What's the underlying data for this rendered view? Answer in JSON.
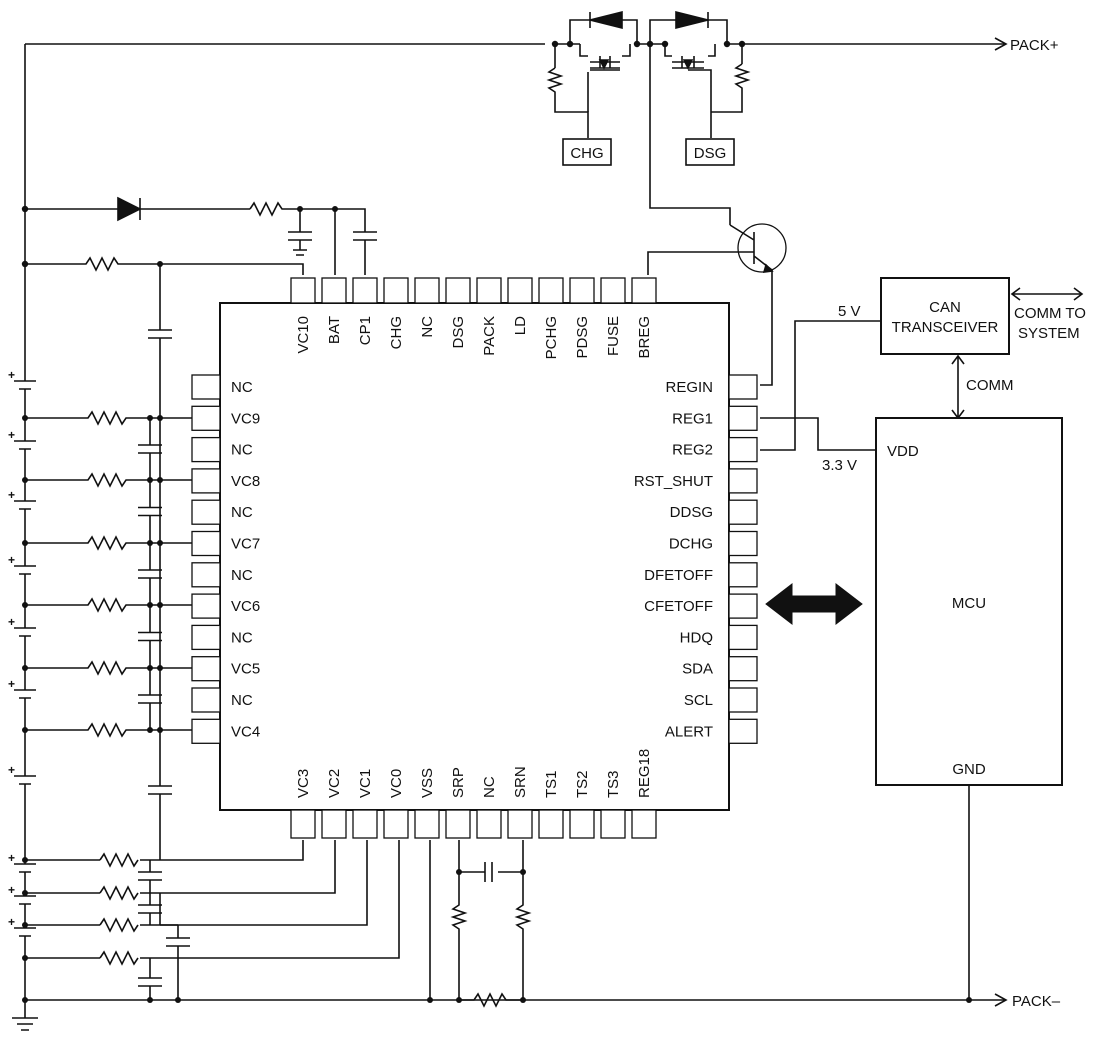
{
  "chip": {
    "top_pins": [
      "VC10",
      "BAT",
      "CP1",
      "CHG",
      "NC",
      "DSG",
      "PACK",
      "LD",
      "PCHG",
      "PDSG",
      "FUSE",
      "BREG"
    ],
    "left_pins": [
      "NC",
      "VC9",
      "NC",
      "VC8",
      "NC",
      "VC7",
      "NC",
      "VC6",
      "NC",
      "VC5",
      "NC",
      "VC4"
    ],
    "right_pins": [
      "REGIN",
      "REG1",
      "REG2",
      "RST_SHUT",
      "DDSG",
      "DCHG",
      "DFETOFF",
      "CFETOFF",
      "HDQ",
      "SDA",
      "SCL",
      "ALERT"
    ],
    "bottom_pins": [
      "VC3",
      "VC2",
      "VC1",
      "VC0",
      "VSS",
      "SRP",
      "NC",
      "SRN",
      "TS1",
      "TS2",
      "TS3",
      "REG18"
    ]
  },
  "labels": {
    "pack_plus": "PACK+",
    "pack_minus": "PACK–",
    "chg": "CHG",
    "dsg": "DSG",
    "can_line1": "CAN",
    "can_line2": "TRANSCEIVER",
    "comm_to_line1": "COMM TO",
    "comm_to_line2": "SYSTEM",
    "comm": "COMM",
    "five_v": "5 V",
    "three_v": "3.3 V",
    "vdd": "VDD",
    "mcu": "MCU",
    "gnd": "GND"
  }
}
